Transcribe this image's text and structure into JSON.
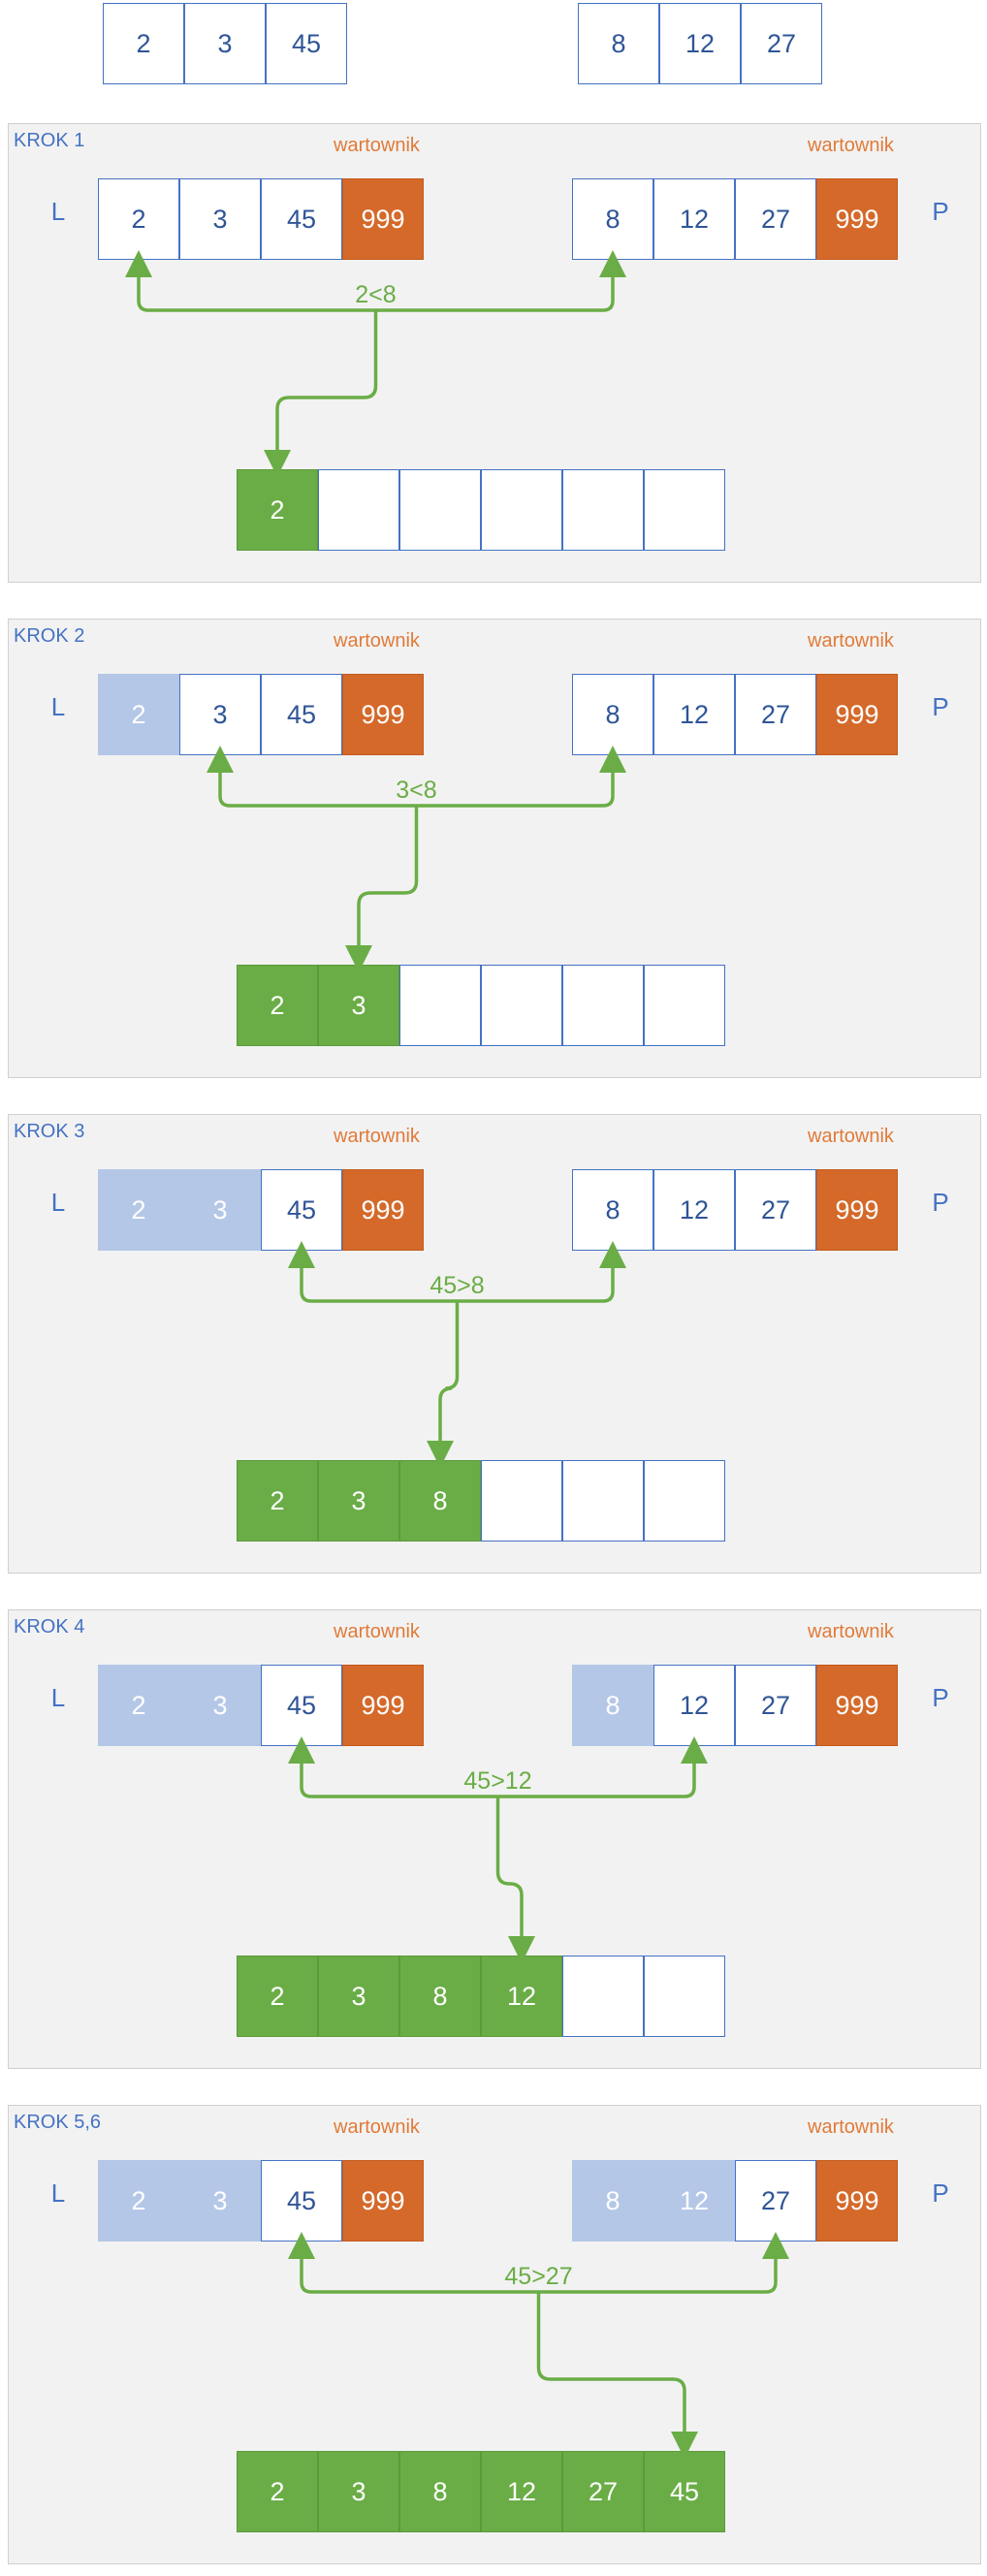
{
  "colors": {
    "border_blue": "#4472c4",
    "text_blue": "#2f5597",
    "used_blue": "#b4c7e7",
    "sentinel_orange": "#d4692a",
    "merged_green": "#6aad46",
    "panel_gray": "#f2f2f2"
  },
  "initial": {
    "left": [
      "2",
      "3",
      "45"
    ],
    "right": [
      "8",
      "12",
      "27"
    ]
  },
  "labels": {
    "left": "L",
    "right": "P",
    "sentinel": "wartownik"
  },
  "steps": [
    {
      "title": "KROK 1",
      "comparison": "2<8",
      "left": [
        {
          "v": "2",
          "s": "active"
        },
        {
          "v": "3",
          "s": "active"
        },
        {
          "v": "45",
          "s": "active"
        },
        {
          "v": "999",
          "s": "sentinel"
        }
      ],
      "right": [
        {
          "v": "8",
          "s": "active"
        },
        {
          "v": "12",
          "s": "active"
        },
        {
          "v": "27",
          "s": "active"
        },
        {
          "v": "999",
          "s": "sentinel"
        }
      ],
      "output": [
        "2",
        "",
        "",
        "",
        "",
        ""
      ]
    },
    {
      "title": "KROK 2",
      "comparison": "3<8",
      "left": [
        {
          "v": "2",
          "s": "used"
        },
        {
          "v": "3",
          "s": "active"
        },
        {
          "v": "45",
          "s": "active"
        },
        {
          "v": "999",
          "s": "sentinel"
        }
      ],
      "right": [
        {
          "v": "8",
          "s": "active"
        },
        {
          "v": "12",
          "s": "active"
        },
        {
          "v": "27",
          "s": "active"
        },
        {
          "v": "999",
          "s": "sentinel"
        }
      ],
      "output": [
        "2",
        "3",
        "",
        "",
        "",
        ""
      ]
    },
    {
      "title": "KROK 3",
      "comparison": "45>8",
      "left": [
        {
          "v": "2",
          "s": "used"
        },
        {
          "v": "3",
          "s": "used"
        },
        {
          "v": "45",
          "s": "active"
        },
        {
          "v": "999",
          "s": "sentinel"
        }
      ],
      "right": [
        {
          "v": "8",
          "s": "active"
        },
        {
          "v": "12",
          "s": "active"
        },
        {
          "v": "27",
          "s": "active"
        },
        {
          "v": "999",
          "s": "sentinel"
        }
      ],
      "output": [
        "2",
        "3",
        "8",
        "",
        "",
        ""
      ]
    },
    {
      "title": "KROK 4",
      "comparison": "45>12",
      "left": [
        {
          "v": "2",
          "s": "used"
        },
        {
          "v": "3",
          "s": "used"
        },
        {
          "v": "45",
          "s": "active"
        },
        {
          "v": "999",
          "s": "sentinel"
        }
      ],
      "right": [
        {
          "v": "8",
          "s": "used"
        },
        {
          "v": "12",
          "s": "active"
        },
        {
          "v": "27",
          "s": "active"
        },
        {
          "v": "999",
          "s": "sentinel"
        }
      ],
      "output": [
        "2",
        "3",
        "8",
        "12",
        "",
        ""
      ]
    },
    {
      "title": "KROK 5,6",
      "comparison": "45>27",
      "left": [
        {
          "v": "2",
          "s": "used"
        },
        {
          "v": "3",
          "s": "used"
        },
        {
          "v": "45",
          "s": "active"
        },
        {
          "v": "999",
          "s": "sentinel"
        }
      ],
      "right": [
        {
          "v": "8",
          "s": "used"
        },
        {
          "v": "12",
          "s": "used"
        },
        {
          "v": "27",
          "s": "active"
        },
        {
          "v": "999",
          "s": "sentinel"
        }
      ],
      "output": [
        "2",
        "3",
        "8",
        "12",
        "27",
        "45"
      ]
    }
  ]
}
